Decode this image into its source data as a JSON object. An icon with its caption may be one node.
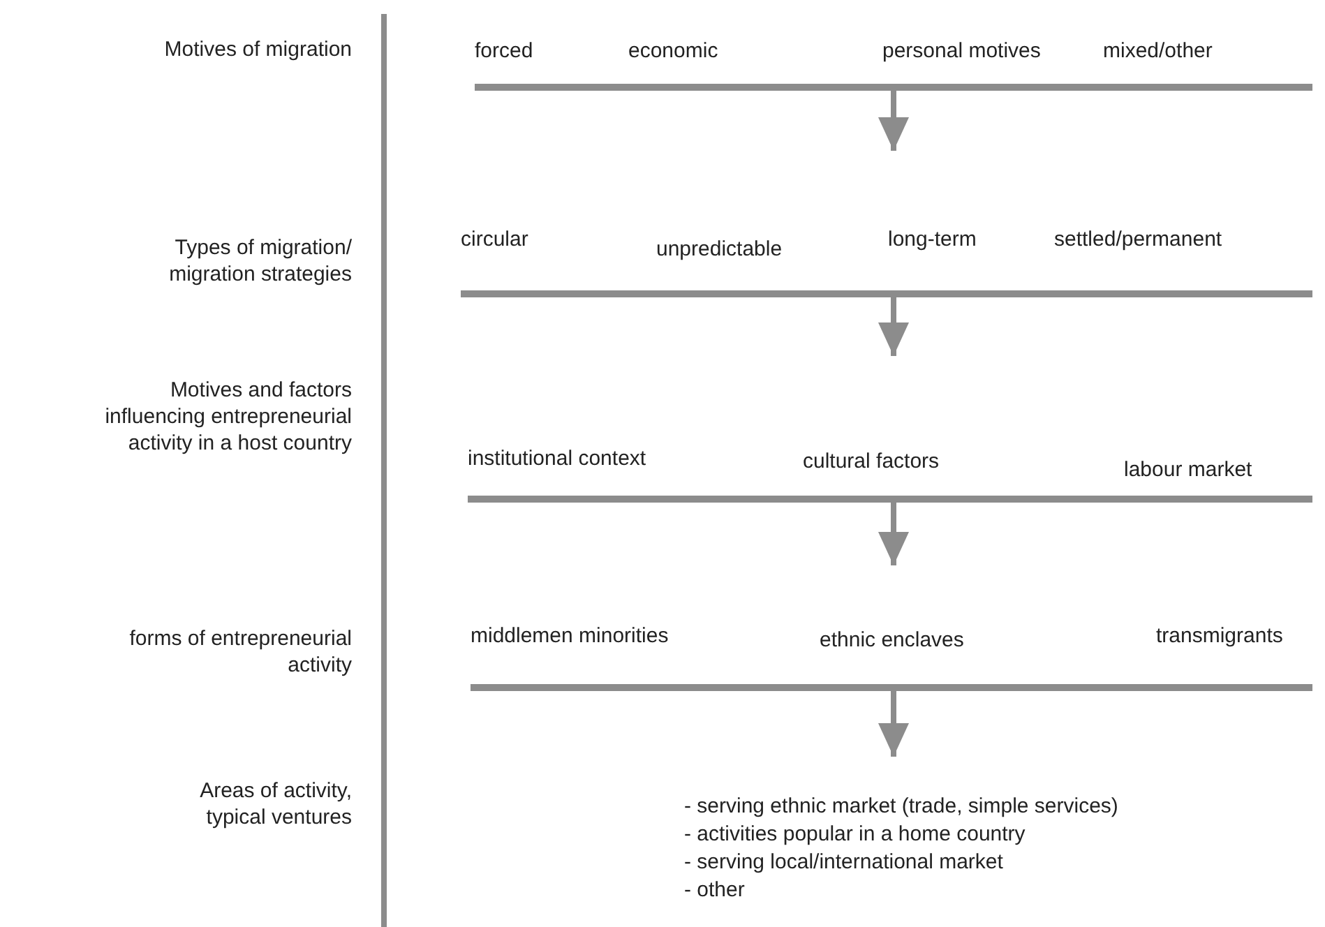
{
  "diagram": {
    "nodes": [
      {
        "text": [
          "forced",
          "economic",
          "personal motives",
          "mixed/other"
        ]
      },
      {
        "text": [
          "circular",
          "unpredictable",
          "long-term",
          "settled/permanent"
        ]
      },
      {
        "text": [
          "institutional context",
          "cultural factors",
          "labour market"
        ]
      },
      {
        "text": [
          "middlemen minorities",
          "ethnic enclaves",
          "transmigrants"
        ]
      },
      {
        "text": [
          "- serving ethnic market (trade, simple services)",
          "- activities popular in a home country",
          "- serving local/international market",
          "- other"
        ]
      }
    ],
    "edges": [
      {
        "from": 0,
        "to": 1,
        "arrow": "to"
      },
      {
        "from": 1,
        "to": 2,
        "arrow": "to"
      },
      {
        "from": 2,
        "to": 3,
        "arrow": "to"
      },
      {
        "from": 3,
        "to": 4,
        "arrow": "to"
      }
    ],
    "labels": [
      "Motives of migration",
      "Types of migration/ migration strategies",
      "Motives and factors influencing entrepreneurial activity in a host country",
      "forms of entrepreneurial activity",
      "Areas of activity, typical ventures"
    ]
  }
}
